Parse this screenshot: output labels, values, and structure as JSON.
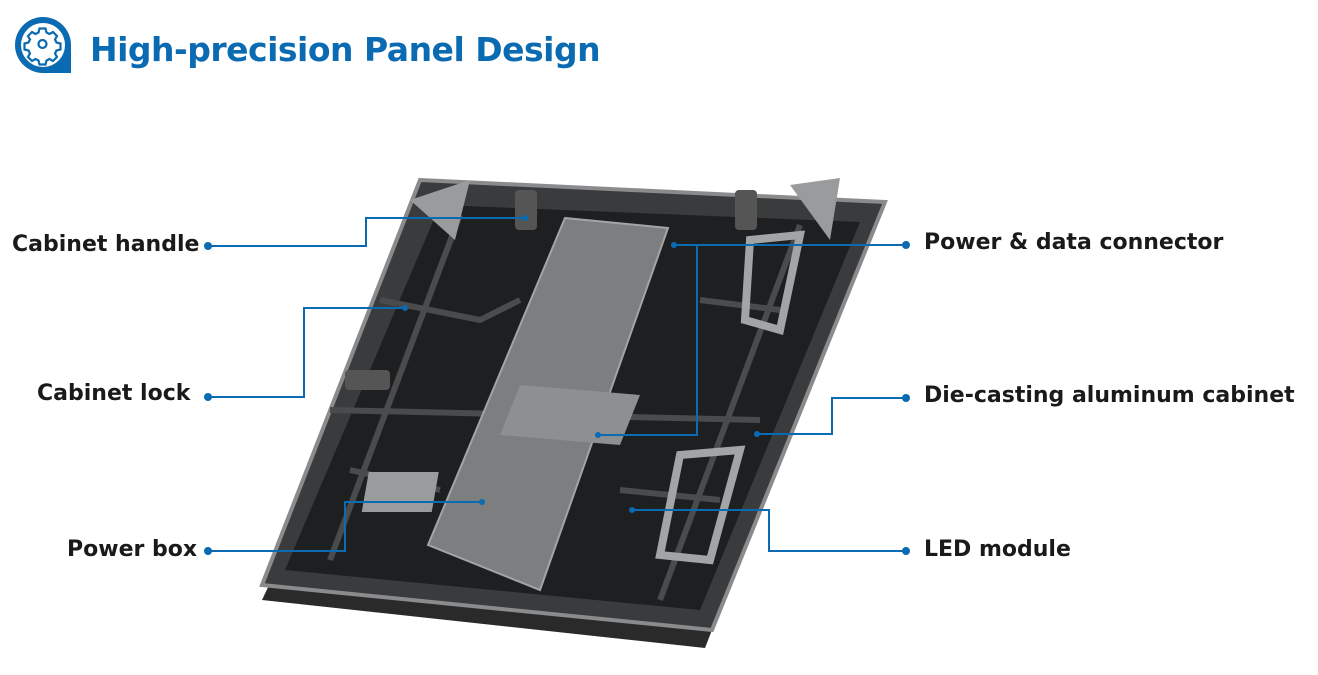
{
  "header": {
    "title": "High-precision Panel Design",
    "icon": "gear-icon"
  },
  "accent_color": "#0b6bb2",
  "callouts": {
    "cabinet_handle": "Cabinet handle",
    "cabinet_lock": "Cabinet lock",
    "power_box": "Power box",
    "power_data_connector": "Power & data connector",
    "die_casting_cabinet": "Die-casting aluminum cabinet",
    "led_module": "LED module"
  }
}
